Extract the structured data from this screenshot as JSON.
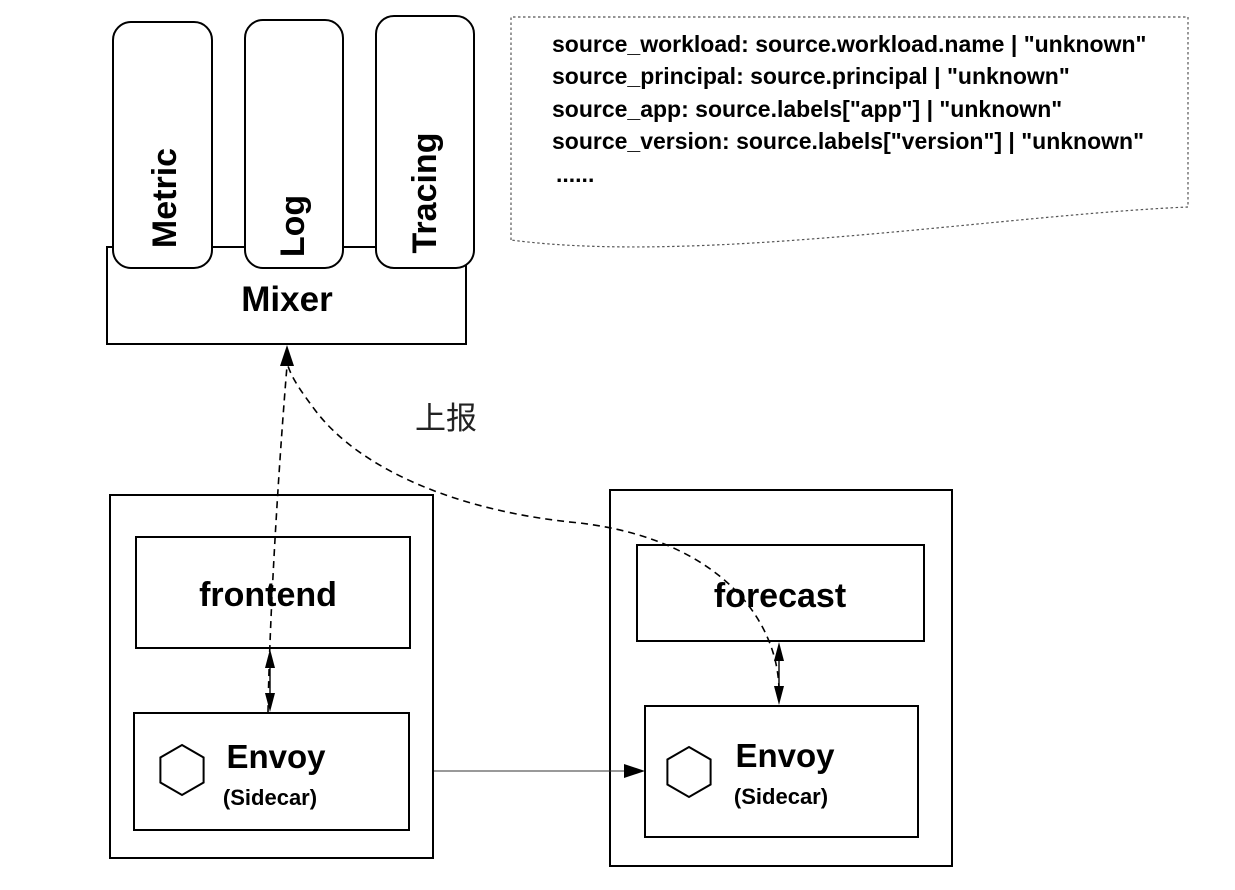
{
  "mixer": {
    "label": "Mixer",
    "plugins": [
      "Metric",
      "Log",
      "Tracing"
    ]
  },
  "attributes": {
    "lines": [
      "source_workload: source.workload.name | \"unknown\"",
      "source_principal: source.principal | \"unknown\"",
      "source_app: source.labels[\"app\"] | \"unknown\"",
      "source_version: source.labels[\"version\"] | \"unknown\"",
      "......"
    ]
  },
  "report_label": "上报",
  "services": [
    {
      "name": "frontend",
      "proxy": {
        "name": "Envoy",
        "role": "(Sidecar)",
        "icon": "hexagon-icon"
      }
    },
    {
      "name": "forecast",
      "proxy": {
        "name": "Envoy",
        "role": "(Sidecar)",
        "icon": "hexagon-icon"
      }
    }
  ]
}
